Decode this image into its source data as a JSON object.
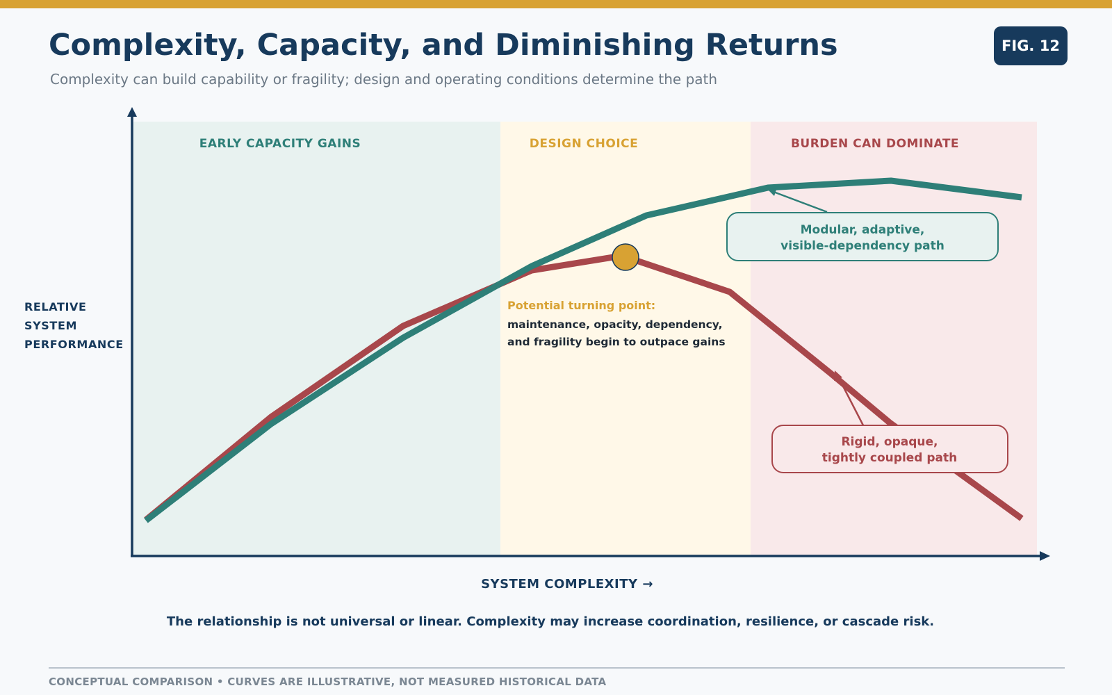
{
  "header": {
    "title": "Complexity, Capacity, and Diminishing Returns",
    "subtitle": "Complexity can build capability or fragility; design and operating conditions determine the path",
    "figure_badge": "FIG. 12"
  },
  "zones": [
    {
      "label": "EARLY CAPACITY GAINS",
      "color": "#2e7f78",
      "fill": "#e8f2f0"
    },
    {
      "label": "DESIGN CHOICE",
      "color": "#d8a233",
      "fill": "#fff8e8"
    },
    {
      "label": "BURDEN CAN DOMINATE",
      "color": "#a8474b",
      "fill": "#f9e9ea"
    }
  ],
  "axes": {
    "y_label_lines": [
      "RELATIVE",
      "SYSTEM",
      "PERFORMANCE"
    ],
    "x_label": "SYSTEM COMPLEXITY →"
  },
  "paths": {
    "modular": {
      "label_lines": [
        "Modular, adaptive,",
        "visible-dependency path"
      ],
      "color": "#2e7f78",
      "box_fill": "#e8f2f0"
    },
    "rigid": {
      "label_lines": [
        "Rigid, opaque,",
        "tightly coupled path"
      ],
      "color": "#a8474b",
      "box_fill": "#f9e9ea"
    }
  },
  "turning_point": {
    "heading": "Potential turning point:",
    "lines": [
      "maintenance, opacity, dependency,",
      "and fragility begin to outpace gains"
    ],
    "heading_color": "#d8a233",
    "marker_color": "#d8a233"
  },
  "footnote": "The relationship is not universal or linear. Complexity may increase coordination, resilience, or cascade risk.",
  "caption": "CONCEPTUAL COMPARISON • CURVES ARE ILLUSTRATIVE, NOT MEASURED HISTORICAL DATA"
}
